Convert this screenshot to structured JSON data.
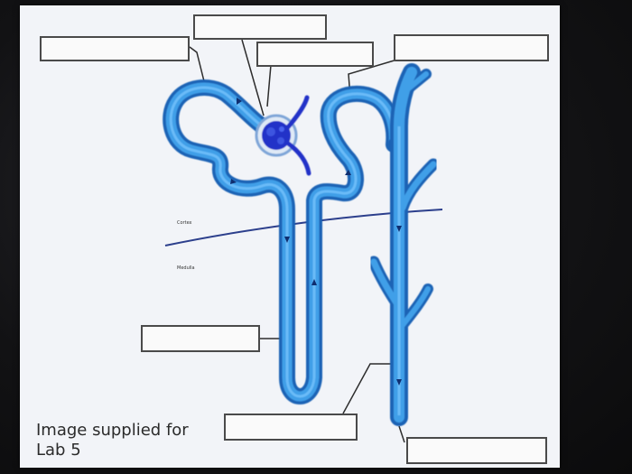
{
  "diagram": {
    "region_labels": {
      "cortex": "Cortex",
      "medulla": "Medulla"
    },
    "blank_label_count": 7
  },
  "caption": {
    "line1": "Image supplied for",
    "line2": "Lab 5"
  },
  "colors": {
    "tubule_outer": "#1f63b5",
    "tubule_inner": "#3f9fe8",
    "tubule_highlight": "#7fc8ff",
    "glomerulus": "#2330c8",
    "boundary_line": "#2c3f8c",
    "leader_line": "#2d2d2d",
    "background": "#f2f4f8"
  }
}
